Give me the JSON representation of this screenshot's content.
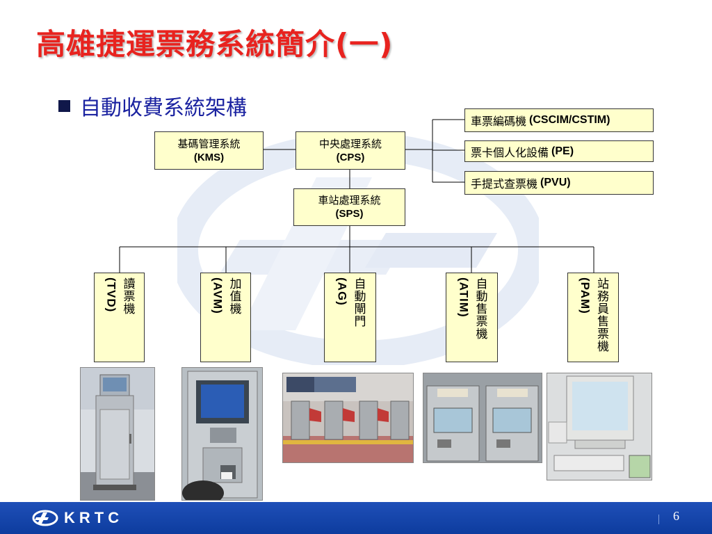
{
  "slide": {
    "title": "高雄捷運票務系統簡介(一)",
    "bullet": "自動收費系統架構",
    "page_number": "6"
  },
  "footer": {
    "logo_text": "KRTC",
    "colors": {
      "bar": "#1a48b0",
      "title": "#e8231f",
      "bullet": "#1a22a0",
      "box_fill": "#ffffcc"
    }
  },
  "diagram": {
    "kms": {
      "line1": "基碼管理系統",
      "line2": "(KMS)"
    },
    "cps": {
      "line1": "中央處理系統",
      "line2": "(CPS)"
    },
    "sps": {
      "line1": "車站處理系統",
      "line2": "(SPS)"
    },
    "side": [
      {
        "zh": "車票編碼機",
        "en": "(CSCIM/CSTIM)"
      },
      {
        "zh": "票卡個人化設備",
        "en": "(PE)"
      },
      {
        "zh": "手提式查票機",
        "en": "(PVU)"
      }
    ],
    "devices": [
      {
        "zh": "讀票機",
        "en": "(TVD)"
      },
      {
        "zh": "加值機",
        "en": "(AVM)"
      },
      {
        "zh": "自動閘門",
        "en": "(AG)"
      },
      {
        "zh": "自動售票機",
        "en": "(ATIM)"
      },
      {
        "zh": "站務員售票機",
        "en": "(PAM)"
      }
    ]
  }
}
